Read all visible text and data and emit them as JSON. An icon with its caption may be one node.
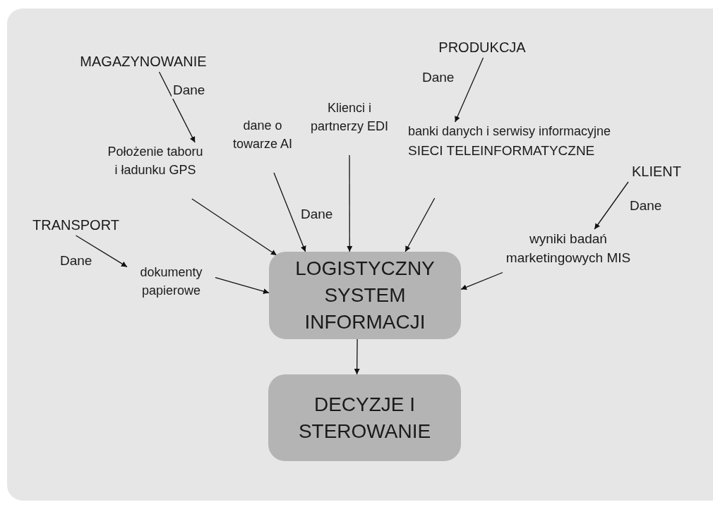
{
  "diagram": {
    "nodes": [
      {
        "text": [
          "MAGAZYNOWANIE"
        ]
      },
      {
        "text": [
          "PRODUKCJA"
        ]
      },
      {
        "text": [
          "Położenie taboru i ładunku GPS"
        ]
      },
      {
        "text": [
          "dane o towarze AI"
        ]
      },
      {
        "text": [
          "Klienci i partnerzy EDI"
        ]
      },
      {
        "text": [
          "banki danych i serwisy informacyjne",
          "SIECI TELEINFORMATYCZNE"
        ]
      },
      {
        "text": [
          "KLIENT"
        ]
      },
      {
        "text": [
          "TRANSPORT"
        ]
      },
      {
        "text": [
          "dokumenty papierowe"
        ]
      },
      {
        "text": [
          "wyniki badań marketingowych MIS"
        ]
      },
      {
        "text": [
          "LOGISTYCZNY SYSTEM INFORMACJI"
        ]
      },
      {
        "text": [
          "DECYZJE I STEROWANIE"
        ]
      }
    ],
    "edges": [
      {
        "from": 0,
        "to": 2,
        "arrow": "to",
        "label": "Dane"
      },
      {
        "from": 1,
        "to": 5,
        "arrow": "to",
        "label": "Dane"
      },
      {
        "from": 2,
        "to": 10,
        "arrow": "to"
      },
      {
        "from": 3,
        "to": 10,
        "arrow": "to",
        "label": "Dane"
      },
      {
        "from": 4,
        "to": 10,
        "arrow": "to"
      },
      {
        "from": 5,
        "to": 10,
        "arrow": "to"
      },
      {
        "from": 6,
        "to": 9,
        "arrow": "to",
        "label": "Dane"
      },
      {
        "from": 7,
        "to": 8,
        "arrow": "to",
        "label": "Dane"
      },
      {
        "from": 8,
        "to": 10,
        "arrow": "to"
      },
      {
        "from": 9,
        "to": 10,
        "arrow": "to"
      },
      {
        "from": 10,
        "to": 11,
        "arrow": "to"
      }
    ]
  }
}
